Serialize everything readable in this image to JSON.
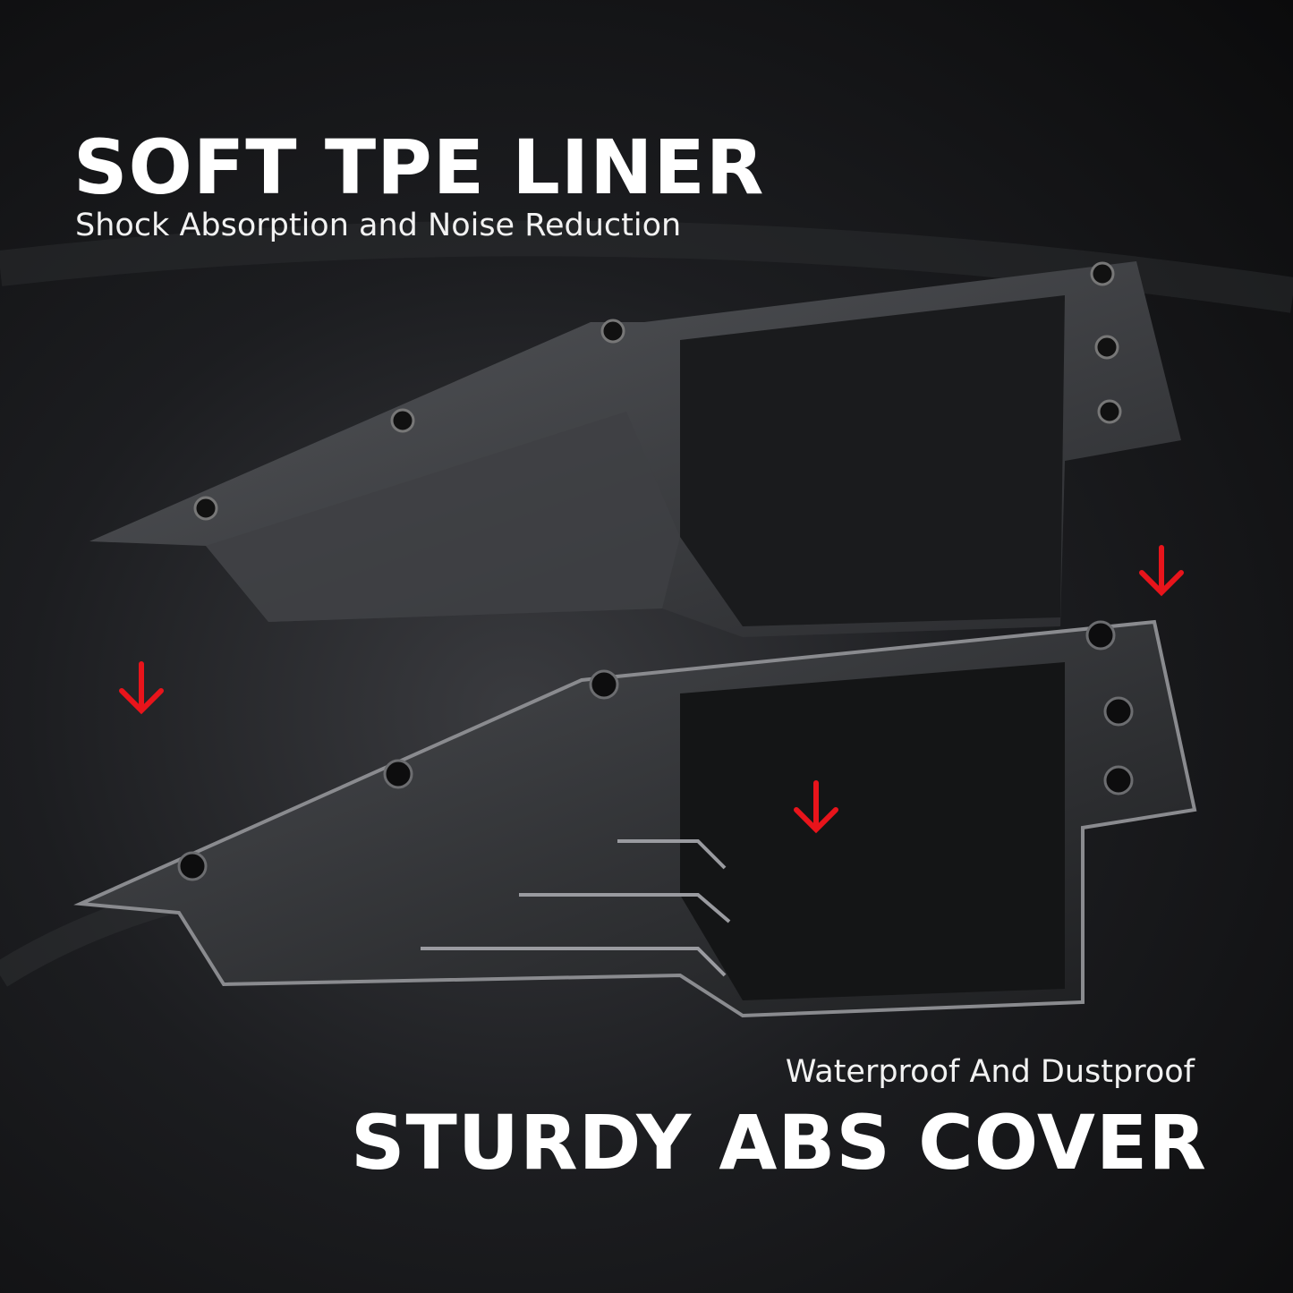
{
  "top": {
    "title": "SOFT TPE LINER",
    "subtitle": "Shock Absorption and Noise Reduction"
  },
  "bottom": {
    "subtitle": "Waterproof And Dustproof",
    "title": "STURDY ABS COVER"
  },
  "colors": {
    "arrow": "#e8141b",
    "text": "#ffffff"
  },
  "icons": [
    "arrow-down-icon",
    "arrow-down-icon",
    "arrow-down-icon"
  ]
}
